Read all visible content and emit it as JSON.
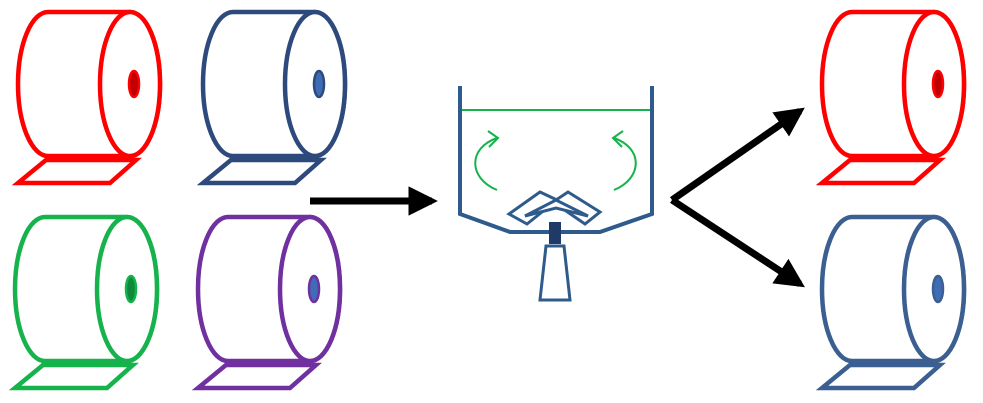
{
  "diagram": {
    "input_rolls": [
      {
        "name": "red-roll",
        "stroke": "#FF0000",
        "core": "#C00000"
      },
      {
        "name": "navy-roll",
        "stroke": "#2E4A7D",
        "core": "#3E6DB5"
      },
      {
        "name": "green-roll",
        "stroke": "#16B24B",
        "core": "#0E8A3A"
      },
      {
        "name": "purple-roll",
        "stroke": "#7030A0",
        "core": "#3E6DB5"
      }
    ],
    "output_rolls": [
      {
        "name": "red-roll",
        "stroke": "#FF0000",
        "core": "#C00000"
      },
      {
        "name": "blue-roll",
        "stroke": "#3A5F90",
        "core": "#3E6DB5"
      }
    ],
    "pulper": {
      "stroke": "#2F5A8C",
      "liquid": "#16B24B"
    },
    "arrow_color": "#000000"
  }
}
